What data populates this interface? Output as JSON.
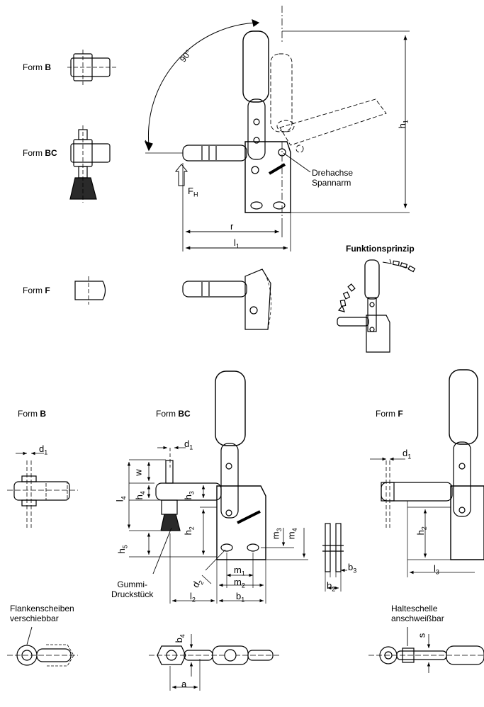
{
  "top_section": {
    "form_b": {
      "prefix": "Form ",
      "letter": "B"
    },
    "form_bc": {
      "prefix": "Form ",
      "letter": "BC"
    },
    "form_f": {
      "prefix": "Form ",
      "letter": "F"
    },
    "angle": "90°",
    "force": {
      "base": "F",
      "sub": "H"
    },
    "pivot_line1": "Drehachse",
    "pivot_line2": "Spannarm",
    "dim_h1": {
      "base": "h",
      "sub": "1"
    },
    "dim_r": "r",
    "dim_l1": {
      "base": "l",
      "sub": "1"
    },
    "function_title": "Funktionsprinzip"
  },
  "bottom_section": {
    "form_b": {
      "prefix": "Form ",
      "letter": "B"
    },
    "form_bc": {
      "prefix": "Form ",
      "letter": "BC"
    },
    "form_f": {
      "prefix": "Form ",
      "letter": "F"
    },
    "dims": {
      "d1_b": {
        "base": "d",
        "sub": "1"
      },
      "d1_bc": {
        "base": "d",
        "sub": "1"
      },
      "d1_f": {
        "base": "d",
        "sub": "1"
      },
      "w": {
        "base": "w",
        "sub": ""
      },
      "l4": {
        "base": "l",
        "sub": "4"
      },
      "h4": {
        "base": "h",
        "sub": "4"
      },
      "h3": {
        "base": "h",
        "sub": "3"
      },
      "h2_bc": {
        "base": "h",
        "sub": "2"
      },
      "h5": {
        "base": "h",
        "sub": "5"
      },
      "m3": {
        "base": "m",
        "sub": "3"
      },
      "m4": {
        "base": "m",
        "sub": "4"
      },
      "m1": {
        "base": "m",
        "sub": "1"
      },
      "m2": {
        "base": "m",
        "sub": "2"
      },
      "d2": {
        "base": "d",
        "sub": "2"
      },
      "l2": {
        "base": "l",
        "sub": "2"
      },
      "b1": {
        "base": "b",
        "sub": "1"
      },
      "b3": {
        "base": "b",
        "sub": "3"
      },
      "b2": {
        "base": "b",
        "sub": "2"
      },
      "h2_f": {
        "base": "h",
        "sub": "2"
      },
      "l3": {
        "base": "l",
        "sub": "3"
      },
      "b4": {
        "base": "b",
        "sub": "4"
      },
      "a": {
        "base": "a",
        "sub": ""
      },
      "s": {
        "base": "s",
        "sub": ""
      }
    },
    "rubber_line1": "Gummi-",
    "rubber_line2": "Druckstück",
    "flange_line1": "Flankenscheiben",
    "flange_line2": "verschiebbar",
    "clamp_line1": "Halteschelle",
    "clamp_line2": "anschweißbar"
  }
}
